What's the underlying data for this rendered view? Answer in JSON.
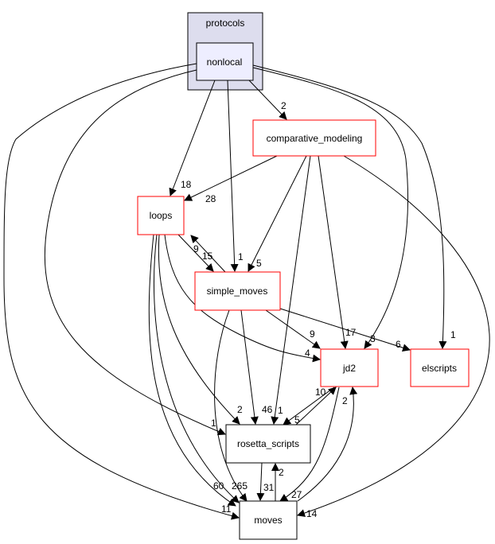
{
  "cluster": {
    "label": "protocols",
    "fill": "#ddddee"
  },
  "nodes": {
    "nonlocal": "nonlocal",
    "comparative_modeling": "comparative_modeling",
    "loops": "loops",
    "simple_moves": "simple_moves",
    "jd2": "jd2",
    "elscripts": "elscripts",
    "rosetta_scripts": "rosetta_scripts",
    "moves": "moves"
  },
  "edge_labels": {
    "nonlocal_comparative": "2",
    "nonlocal_loops": "18",
    "nonlocal_simple": "1",
    "nonlocal_jd2": "3",
    "nonlocal_elscripts": "1",
    "nonlocal_rosetta": "1",
    "nonlocal_moves": "11",
    "comparative_loops": "28",
    "comparative_simple": "5",
    "comparative_jd2": "17",
    "comparative_rosetta": "1",
    "comparative_moves": "14",
    "loops_simple": "15",
    "simple_loops": "9",
    "loops_jd2": "4",
    "loops_rosetta": "2",
    "loops_moves": "265",
    "simple_jd2": "9",
    "simple_elscripts": "6",
    "simple_rosetta": "46",
    "simple_moves_e": "60",
    "jd2_rosetta": "5",
    "rosetta_jd2": "10",
    "jd2_moves": "27",
    "moves_jd2": "2",
    "rosetta_moves": "31",
    "moves_rosetta": "2"
  },
  "colors": {
    "highlight_border": "#ff0000",
    "node_fill": "#eeeeff"
  }
}
